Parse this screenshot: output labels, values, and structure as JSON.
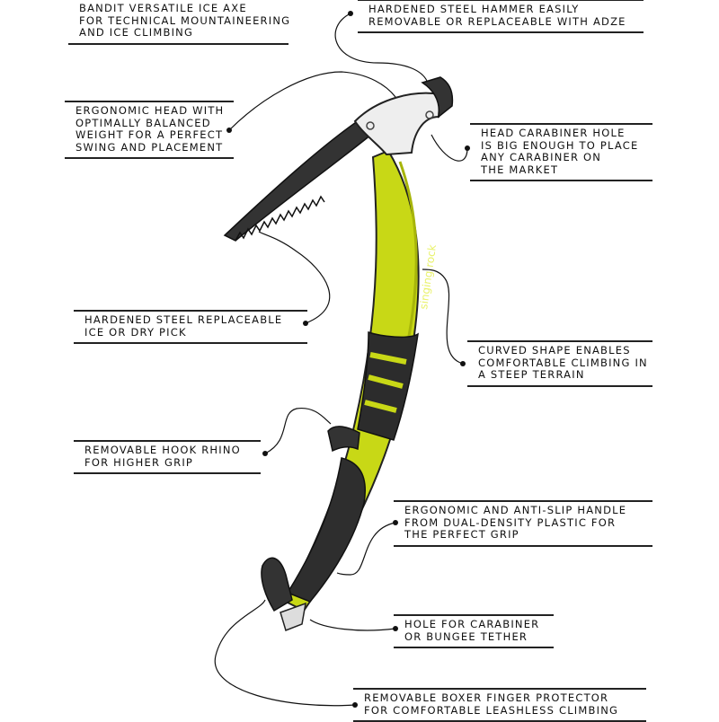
{
  "callouts": [
    {
      "id": "bandit",
      "lines": [
        "BANDIT VERSATILE ICE AXE",
        "FOR TECHNICAL MOUNTAINEERING",
        "AND ICE CLIMBING"
      ]
    },
    {
      "id": "hammer",
      "lines": [
        "HARDENED STEEL HAMMER EASILY",
        "REMOVABLE OR REPLACEABLE WITH  ADZE"
      ]
    },
    {
      "id": "head",
      "lines": [
        "ERGONOMIC HEAD WITH",
        "OPTIMALLY BALANCED",
        "WEIGHT FOR A PERFECT",
        "SWING AND PLACEMENT"
      ]
    },
    {
      "id": "carabiner-hole",
      "lines": [
        "HEAD CARABINER HOLE",
        "IS BIG ENOUGH TO PLACE",
        "ANY CARABINER ON",
        "THE  MARKET"
      ]
    },
    {
      "id": "pick",
      "lines": [
        "HARDENED STEEL REPLACEABLE",
        "ICE OR DRY PICK"
      ]
    },
    {
      "id": "curved",
      "lines": [
        "CURVED SHAPE ENABLES",
        "COMFORTABLE CLIMBING IN",
        "A STEEP TERRAIN"
      ]
    },
    {
      "id": "hook",
      "lines": [
        "REMOVABLE HOOK RHINO",
        "FOR HIGHER GRIP"
      ]
    },
    {
      "id": "handle",
      "lines": [
        "ERGONOMIC AND ANTI-SLIP HANDLE",
        "FROM DUAL-DENSITY PLASTIC FOR",
        "THE PERFECT GRIP"
      ]
    },
    {
      "id": "tether",
      "lines": [
        "HOLE FOR CARABINER",
        "OR BUNGEE TETHER"
      ]
    },
    {
      "id": "boxer",
      "lines": [
        "REMOVABLE BOXER FINGER  PROTECTOR",
        "FOR COMFORTABLE LEASHLESS  CLIMBING"
      ]
    }
  ],
  "brand": "singing rock",
  "colors": {
    "shaft": "#c8d816",
    "grip": "#2a2a2a",
    "head": "#e8e8e8",
    "pick": "#333333"
  }
}
